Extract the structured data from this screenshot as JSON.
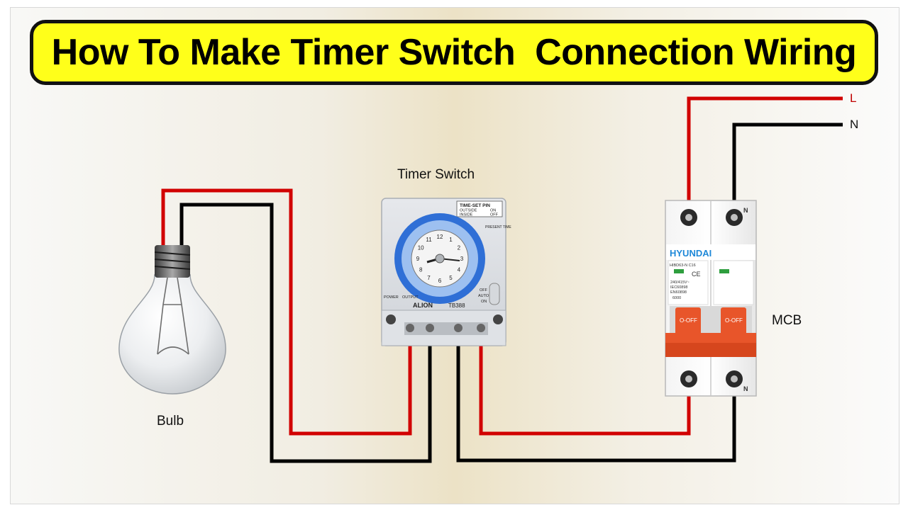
{
  "title": "How To Make Timer Switch  Connection Wiring",
  "labels": {
    "bulb": "Bulb",
    "timer_switch": "Timer Switch",
    "mcb": "MCB",
    "line": "L",
    "neutral": "N"
  },
  "timer_device": {
    "face_brand": "ALION",
    "model": "TB388",
    "time_set_pin_legend": "TIME-SET PIN",
    "outside_text": "OUTSIDE",
    "on_text": "ON",
    "inside_text": "INSIDE",
    "off_text": "OFF",
    "present_time": "PRESENT TIME",
    "power_label": "POWER",
    "output_label": "OUTPUT",
    "switch_positions": [
      "OFF",
      "AUTO",
      "ON"
    ],
    "dial_numbers": [
      "12",
      "1",
      "2",
      "3",
      "4",
      "5",
      "6",
      "7",
      "8",
      "9",
      "10",
      "11"
    ]
  },
  "mcb_device": {
    "brand": "HYUNDAI",
    "model": "HIBD63-N C16",
    "rating": "240/415V~",
    "standard_1": "IEC60898",
    "standard_2": "EN60898",
    "capacity": "6000",
    "ce_mark": "CE",
    "lever_text": "O-OFF",
    "terminal_n": "N",
    "brand_color": "#1e88d8"
  },
  "colors": {
    "title_background": "#ffff1a",
    "live_wire": "#d10000",
    "neutral_wire": "#000000",
    "mcb_lever": "#e8552a",
    "timer_dial_ring": "#2f6fd6"
  }
}
